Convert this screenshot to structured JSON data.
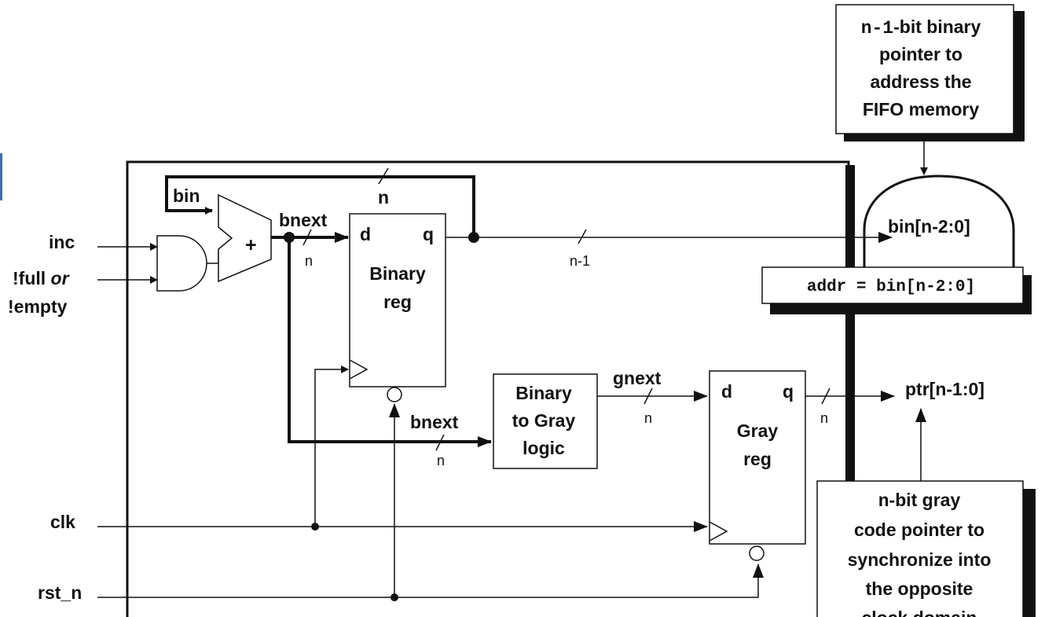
{
  "inputs": {
    "inc": "inc",
    "full_prefix": "!full ",
    "full_or": "or",
    "empty": "!empty",
    "clk": "clk",
    "rst_n": "rst_n"
  },
  "signals": {
    "bin": "bin",
    "bnext_top": "bnext",
    "bnext_bottom": "bnext",
    "gnext": "gnext",
    "bin_slice": "bin[n-2:0]",
    "ptr": "ptr[n-1:0]"
  },
  "widths": {
    "feedback": "n",
    "bnext_top": "n",
    "bin_out": "n-1",
    "bnext_bottom": "n",
    "gnext": "n",
    "ptr": "n"
  },
  "blocks": {
    "adder_symbol": "+",
    "binary_reg": {
      "d": "d",
      "q": "q",
      "line1": "Binary",
      "line2": "reg"
    },
    "gray_logic": {
      "line1": "Binary",
      "line2": "to Gray",
      "line3": "logic"
    },
    "gray_reg": {
      "d": "d",
      "q": "q",
      "line1": "Gray",
      "line2": "reg"
    }
  },
  "callouts": {
    "top": {
      "line1_mono": "n-1",
      "line1_rest": "-bit binary",
      "line2": "pointer to",
      "line3": "address the",
      "line4": "FIFO memory"
    },
    "addr": "addr = bin[n-2:0]",
    "bottom": {
      "line1_mono": "n",
      "line1_rest": "-bit gray",
      "line2": "code pointer to",
      "line3": "synchronize into",
      "line4": "the opposite",
      "line5": "clock domain"
    }
  }
}
